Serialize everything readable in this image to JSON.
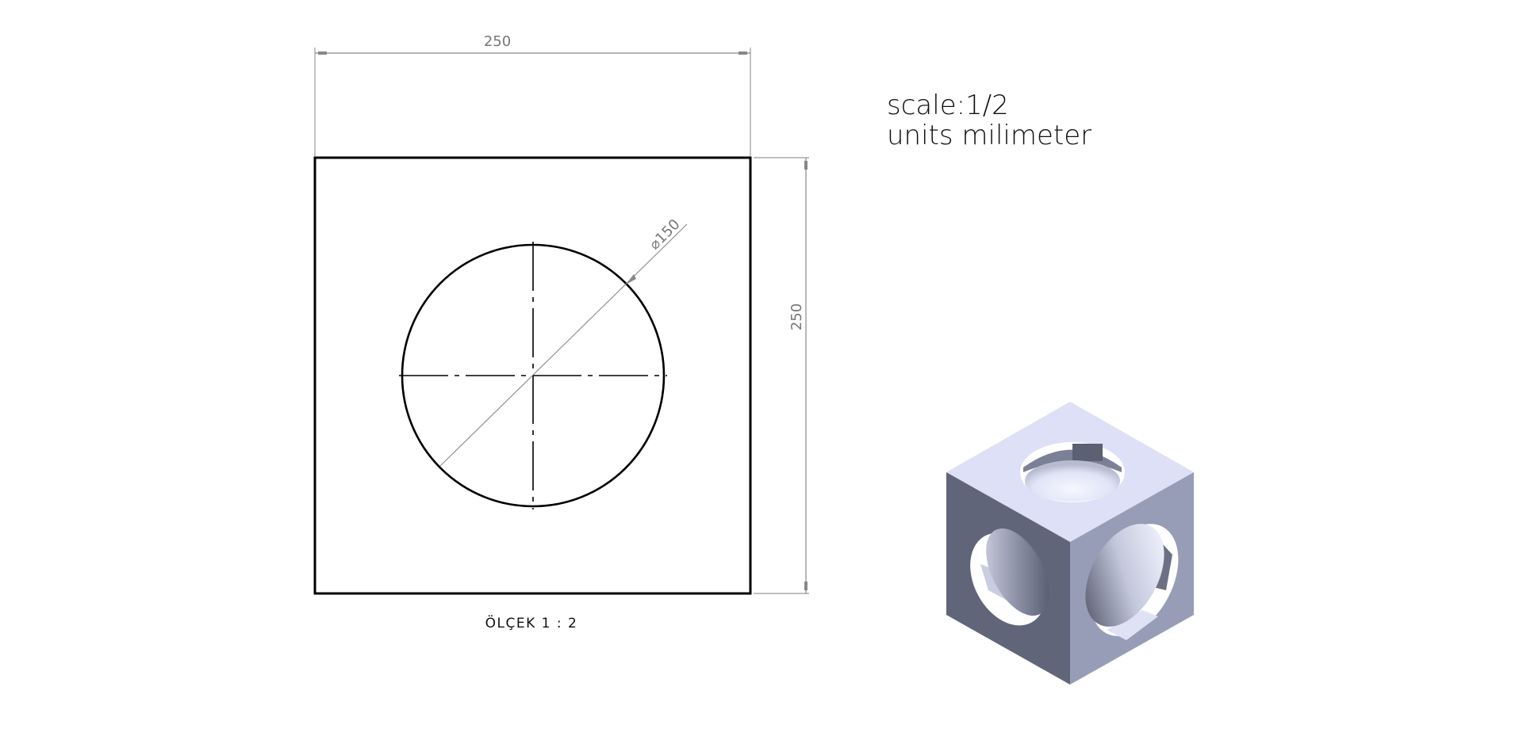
{
  "drawing": {
    "front_view": {
      "width_dimension": "250",
      "height_dimension": "250",
      "diameter_dimension": "⌀150",
      "view_label": "ÖLÇEK 1 : 2"
    },
    "notes": {
      "scale": "scale:1/2",
      "units": "units milimeter"
    },
    "isometric_view": {
      "description": "cube with spherical cavity and circular holes on each face",
      "colors": {
        "top_face": "#dfe2f7",
        "left_face": "#5f6478",
        "right_face": "#969cb5",
        "sphere_light": "#f4f6ff",
        "sphere_dark": "#5a5e70"
      }
    },
    "colors": {
      "outline": "#000000",
      "dimension": "#888888",
      "background": "#ffffff"
    }
  }
}
